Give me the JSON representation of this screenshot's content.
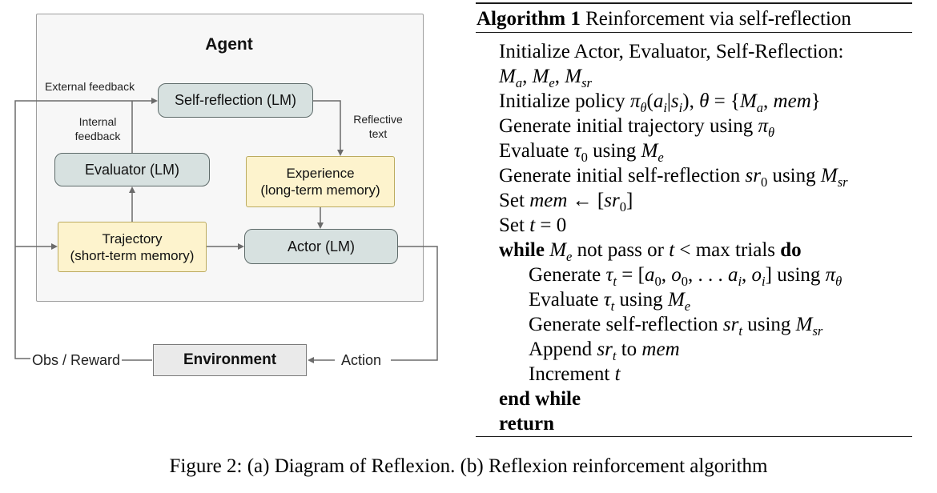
{
  "figure": {
    "caption": "Figure 2: (a) Diagram of Reflexion. (b) Reflexion reinforcement algorithm"
  },
  "diagram": {
    "agent_label": "Agent",
    "boxes": {
      "self_reflection": {
        "label": "Self-reflection (LM)"
      },
      "evaluator": {
        "label": "Evaluator (LM)"
      },
      "experience": {
        "label": "Experience",
        "sublabel": "(long-term memory)"
      },
      "trajectory": {
        "label": "Trajectory",
        "sublabel": "(short-term memory)"
      },
      "actor": {
        "label": "Actor (LM)"
      },
      "environment": {
        "label": "Environment"
      }
    },
    "edge_labels": {
      "external_feedback": "External feedback",
      "internal_feedback": "Internal\nfeedback",
      "reflective_text": "Reflective\ntext",
      "obs_reward": "Obs / Reward",
      "action": "Action"
    },
    "colors": {
      "lm_box_fill": "#d7e1e0",
      "lm_box_border": "#5e6b6a",
      "memory_box_fill": "#fdf3cd",
      "memory_box_border": "#bcab5f",
      "environment_fill": "#eaeaea",
      "environment_border": "#7a7a7a",
      "agent_fill": "#f7f7f7",
      "agent_border": "#9e9e9e",
      "connector": "#6b6b6b"
    }
  },
  "algorithm": {
    "header": [
      {
        "t": "Algorithm 1",
        "s": "b"
      },
      {
        "t": " Reinforcement via self-reflection",
        "s": "r"
      }
    ],
    "lines": [
      {
        "indent": 0,
        "tokens": [
          {
            "t": "Initialize Actor, Evaluator, Self-Reflection:",
            "s": "r"
          }
        ]
      },
      {
        "indent": 0,
        "tokens": [
          {
            "t": "M",
            "s": "i"
          },
          {
            "t": "a",
            "s": "is"
          },
          {
            "t": ", ",
            "s": "r"
          },
          {
            "t": "M",
            "s": "i"
          },
          {
            "t": "e",
            "s": "is"
          },
          {
            "t": ", ",
            "s": "r"
          },
          {
            "t": "M",
            "s": "i"
          },
          {
            "t": "sr",
            "s": "is"
          }
        ]
      },
      {
        "indent": 0,
        "tokens": [
          {
            "t": "Initialize policy ",
            "s": "r"
          },
          {
            "t": "π",
            "s": "i"
          },
          {
            "t": "θ",
            "s": "is"
          },
          {
            "t": "(",
            "s": "r"
          },
          {
            "t": "a",
            "s": "i"
          },
          {
            "t": "i",
            "s": "is"
          },
          {
            "t": "|",
            "s": "r"
          },
          {
            "t": "s",
            "s": "i"
          },
          {
            "t": "i",
            "s": "is"
          },
          {
            "t": "), ",
            "s": "r"
          },
          {
            "t": "θ",
            "s": "i"
          },
          {
            "t": " = {",
            "s": "r"
          },
          {
            "t": "M",
            "s": "i"
          },
          {
            "t": "a",
            "s": "is"
          },
          {
            "t": ", ",
            "s": "r"
          },
          {
            "t": "mem",
            "s": "i"
          },
          {
            "t": "}",
            "s": "r"
          }
        ]
      },
      {
        "indent": 0,
        "tokens": [
          {
            "t": "Generate initial trajectory using ",
            "s": "r"
          },
          {
            "t": "π",
            "s": "i"
          },
          {
            "t": "θ",
            "s": "is"
          }
        ]
      },
      {
        "indent": 0,
        "tokens": [
          {
            "t": "Evaluate ",
            "s": "r"
          },
          {
            "t": "τ",
            "s": "i"
          },
          {
            "t": "0",
            "s": "rs"
          },
          {
            "t": " using ",
            "s": "r"
          },
          {
            "t": "M",
            "s": "i"
          },
          {
            "t": "e",
            "s": "is"
          }
        ]
      },
      {
        "indent": 0,
        "tokens": [
          {
            "t": "Generate initial self-reflection ",
            "s": "r"
          },
          {
            "t": "sr",
            "s": "i"
          },
          {
            "t": "0",
            "s": "rs"
          },
          {
            "t": " using ",
            "s": "r"
          },
          {
            "t": "M",
            "s": "i"
          },
          {
            "t": "sr",
            "s": "is"
          }
        ]
      },
      {
        "indent": 0,
        "tokens": [
          {
            "t": "Set ",
            "s": "r"
          },
          {
            "t": "mem",
            "s": "i"
          },
          {
            "t": " ← [",
            "s": "r"
          },
          {
            "t": "sr",
            "s": "i"
          },
          {
            "t": "0",
            "s": "rs"
          },
          {
            "t": "]",
            "s": "r"
          }
        ]
      },
      {
        "indent": 0,
        "tokens": [
          {
            "t": "Set ",
            "s": "r"
          },
          {
            "t": "t",
            "s": "i"
          },
          {
            "t": " = 0",
            "s": "r"
          }
        ]
      },
      {
        "indent": 0,
        "tokens": [
          {
            "t": "while ",
            "s": "b"
          },
          {
            "t": "M",
            "s": "i"
          },
          {
            "t": "e",
            "s": "is"
          },
          {
            "t": " not pass or ",
            "s": "r"
          },
          {
            "t": "t",
            "s": "i"
          },
          {
            "t": " < max trials ",
            "s": "r"
          },
          {
            "t": "do",
            "s": "b"
          }
        ]
      },
      {
        "indent": 1,
        "tokens": [
          {
            "t": "Generate ",
            "s": "r"
          },
          {
            "t": "τ",
            "s": "i"
          },
          {
            "t": "t",
            "s": "is"
          },
          {
            "t": " = [",
            "s": "r"
          },
          {
            "t": "a",
            "s": "i"
          },
          {
            "t": "0",
            "s": "rs"
          },
          {
            "t": ", ",
            "s": "r"
          },
          {
            "t": "o",
            "s": "i"
          },
          {
            "t": "0",
            "s": "rs"
          },
          {
            "t": ", . . . ",
            "s": "r"
          },
          {
            "t": "a",
            "s": "i"
          },
          {
            "t": "i",
            "s": "is"
          },
          {
            "t": ", ",
            "s": "r"
          },
          {
            "t": "o",
            "s": "i"
          },
          {
            "t": "i",
            "s": "is"
          },
          {
            "t": "] using ",
            "s": "r"
          },
          {
            "t": "π",
            "s": "i"
          },
          {
            "t": "θ",
            "s": "is"
          }
        ]
      },
      {
        "indent": 1,
        "tokens": [
          {
            "t": "Evaluate ",
            "s": "r"
          },
          {
            "t": "τ",
            "s": "i"
          },
          {
            "t": "t",
            "s": "is"
          },
          {
            "t": " using ",
            "s": "r"
          },
          {
            "t": "M",
            "s": "i"
          },
          {
            "t": "e",
            "s": "is"
          }
        ]
      },
      {
        "indent": 1,
        "tokens": [
          {
            "t": "Generate self-reflection ",
            "s": "r"
          },
          {
            "t": "sr",
            "s": "i"
          },
          {
            "t": "t",
            "s": "is"
          },
          {
            "t": " using ",
            "s": "r"
          },
          {
            "t": "M",
            "s": "i"
          },
          {
            "t": "sr",
            "s": "is"
          }
        ]
      },
      {
        "indent": 1,
        "tokens": [
          {
            "t": "Append ",
            "s": "r"
          },
          {
            "t": "sr",
            "s": "i"
          },
          {
            "t": "t",
            "s": "is"
          },
          {
            "t": " to ",
            "s": "r"
          },
          {
            "t": "mem",
            "s": "i"
          }
        ]
      },
      {
        "indent": 1,
        "tokens": [
          {
            "t": "Increment ",
            "s": "r"
          },
          {
            "t": "t",
            "s": "i"
          }
        ]
      },
      {
        "indent": 0,
        "tokens": [
          {
            "t": "end while",
            "s": "b"
          }
        ]
      },
      {
        "indent": 0,
        "tokens": [
          {
            "t": "return",
            "s": "b"
          }
        ]
      }
    ]
  }
}
